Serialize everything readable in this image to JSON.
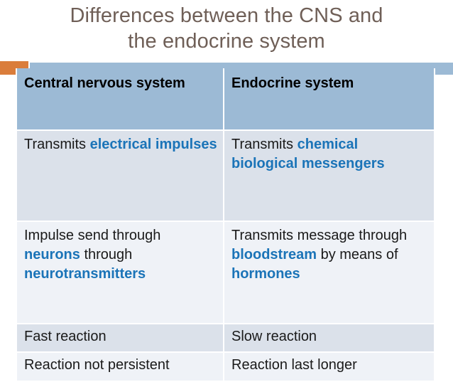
{
  "slide": {
    "title": "Differences between the CNS and\nthe endocrine system",
    "title_color": "#6f5f57",
    "accent_orange_color": "#da7d3b",
    "accent_blue_color": "#9cbad5",
    "highlight_color": "#1b74b8",
    "header_bg_color": "#9cbad5",
    "row_shade_color": "#dbe1ea",
    "row_light_color": "#eff2f7"
  },
  "table": {
    "headers": {
      "left": "Central nervous system",
      "right": "Endocrine system"
    },
    "rows": [
      {
        "left": {
          "plain1": "Transmits ",
          "bold1": "electrical impulses",
          "plain2": "",
          "bold2": "",
          "plain3": ""
        },
        "right": {
          "plain1": "Transmits ",
          "bold1": "chemical biological messengers",
          "plain2": "",
          "bold2": "",
          "plain3": ""
        }
      },
      {
        "left": {
          "plain1": "Impulse send through ",
          "bold1": "neurons",
          "plain2": " through ",
          "bold2": "neurotransmitters",
          "plain3": ""
        },
        "right": {
          "plain1": "Transmits message through ",
          "bold1": "bloodstream",
          "plain2": " by means of ",
          "bold2": "hormones",
          "plain3": ""
        }
      },
      {
        "left": {
          "all_bold": "Fast reaction"
        },
        "right": {
          "all_bold": "Slow reaction"
        }
      },
      {
        "left": {
          "cutoff": "Reaction not persistent"
        },
        "right": {
          "cutoff": "Reaction last longer"
        }
      }
    ]
  }
}
